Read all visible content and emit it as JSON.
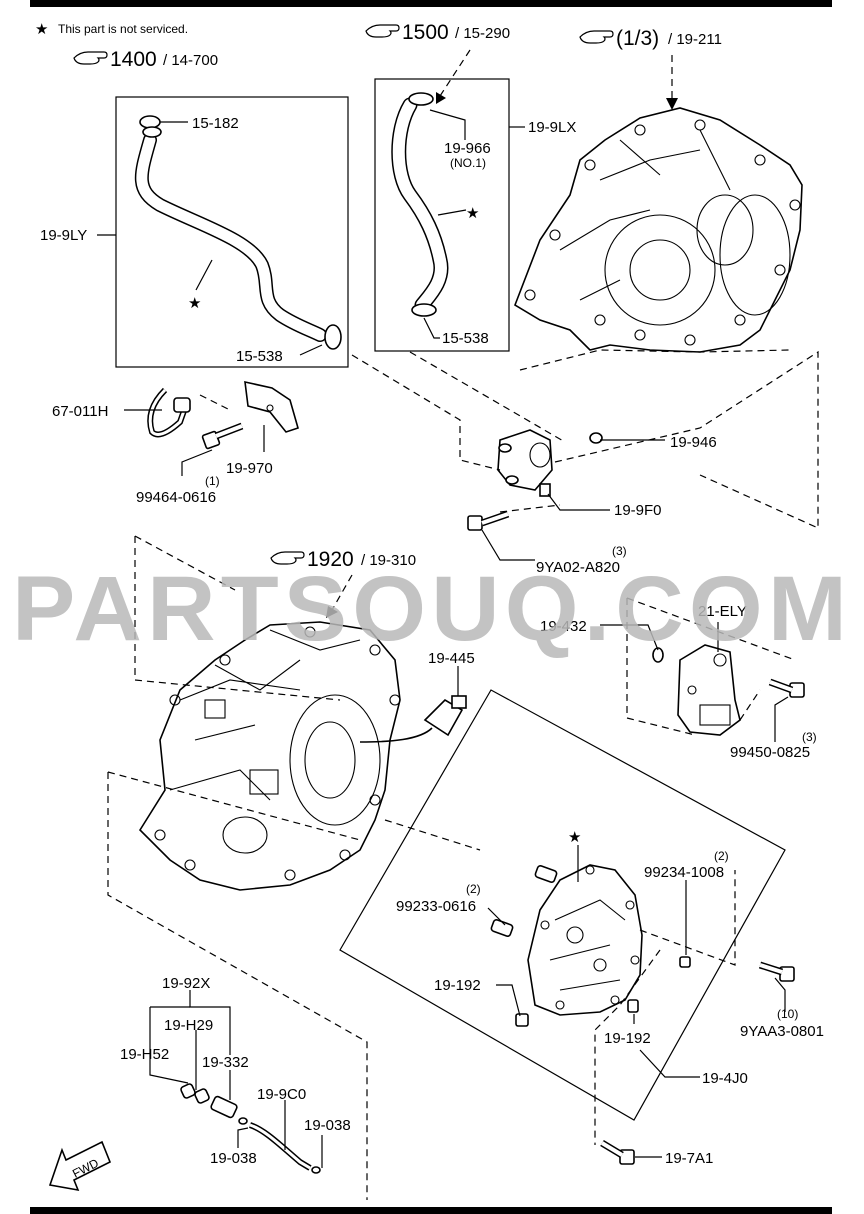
{
  "legend": {
    "star": "★",
    "text": "This part is not serviced."
  },
  "refs": {
    "r1400": {
      "main": "1400",
      "sub": "/ 14-700"
    },
    "r1500": {
      "main": "1500",
      "sub": "/ 15-290"
    },
    "r13": {
      "main": "(1/3)",
      "sub": "/ 19-211"
    },
    "r1920": {
      "main": "1920",
      "sub": "/ 19-310"
    }
  },
  "labels": {
    "p15_182": "15-182",
    "p19_9ly": "19-9LY",
    "p15_538a": "15-538",
    "p19_966": "19-966",
    "p19_966_note": "(NO.1)",
    "p19_9lx": "19-9LX",
    "p15_538b": "15-538",
    "p67_011h": "67-011H",
    "p19_970": "19-970",
    "p99464_qty": "(1)",
    "p99464": "99464-0616",
    "p19_946": "19-946",
    "p19_9f0": "19-9F0",
    "p9ya02_qty": "(3)",
    "p9ya02": "9YA02-A820",
    "p21_ely": "21-ELY",
    "p19_432": "19-432",
    "p19_445": "19-445",
    "p99450_qty": "(3)",
    "p99450": "99450-0825",
    "p99234_qty": "(2)",
    "p99234": "99234-1008",
    "p99233_qty": "(2)",
    "p99233": "99233-0616",
    "p19_192a": "19-192",
    "p19_192b": "19-192",
    "p9yaa3_qty": "(10)",
    "p9yaa3": "9YAA3-0801",
    "p19_4j0": "19-4J0",
    "p19_92x": "19-92X",
    "p19_h29": "19-H29",
    "p19_h52": "19-H52",
    "p19_332": "19-332",
    "p19_9c0": "19-9C0",
    "p19_038a": "19-038",
    "p19_038b": "19-038",
    "p19_7a1": "19-7A1",
    "fwd": "FWD"
  },
  "watermark": "PARTSOUQ.COM",
  "icons": {
    "reference": "pointing-hand-icon",
    "not_serviced": "star-icon",
    "direction": "fwd-arrow-icon"
  }
}
